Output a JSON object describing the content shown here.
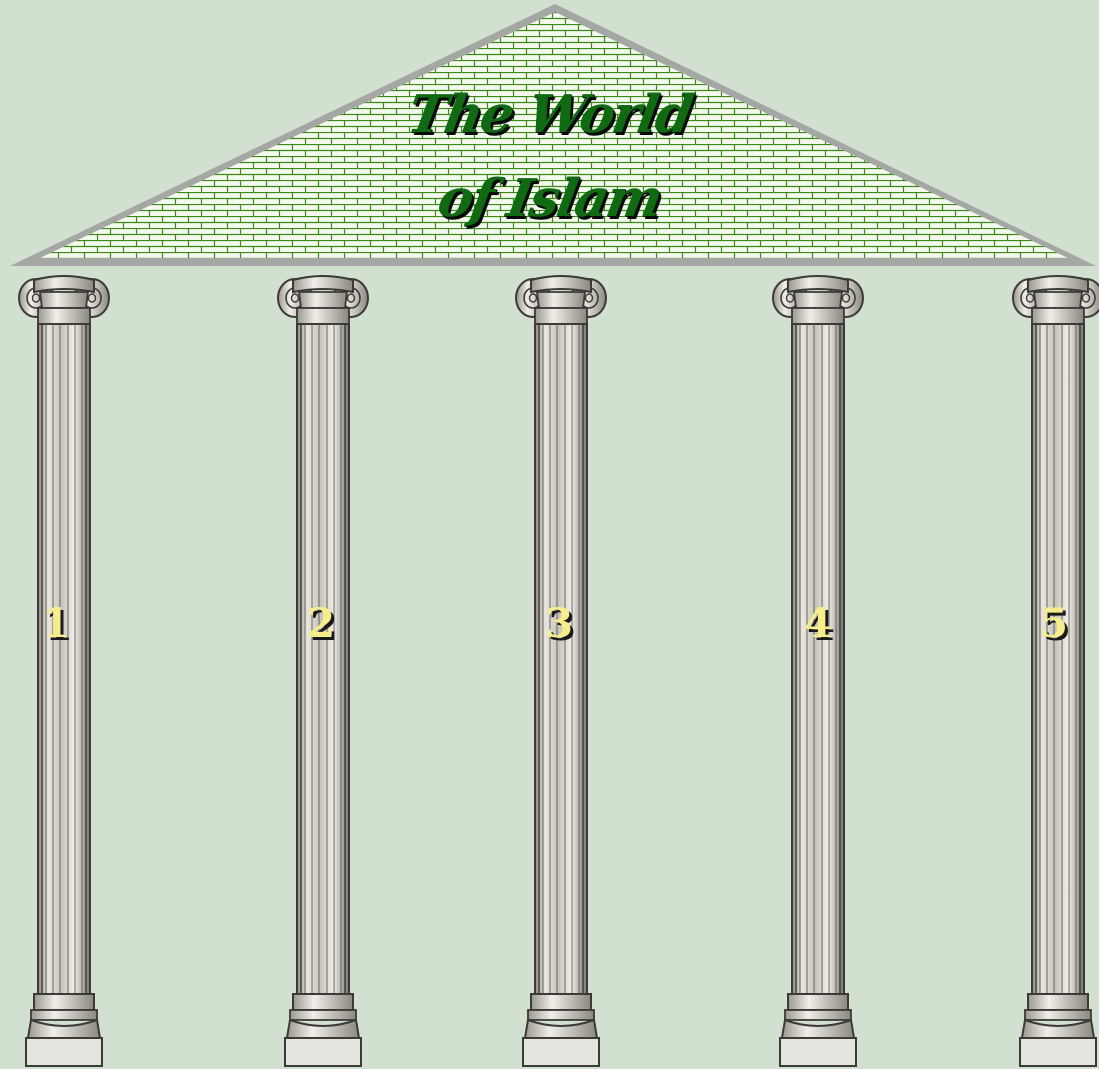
{
  "pediment": {
    "title_line1": "The World",
    "title_line2": "of Islam"
  },
  "pillars": [
    {
      "label": "1"
    },
    {
      "label": "2"
    },
    {
      "label": "3"
    },
    {
      "label": "4"
    },
    {
      "label": "5"
    }
  ],
  "colors": {
    "background": "#d1e0cf",
    "title": "#0f6a12",
    "number": "#f6ee8a",
    "brick_mortar": "#3d8a1a",
    "column_stone": "#e2dfd6"
  }
}
